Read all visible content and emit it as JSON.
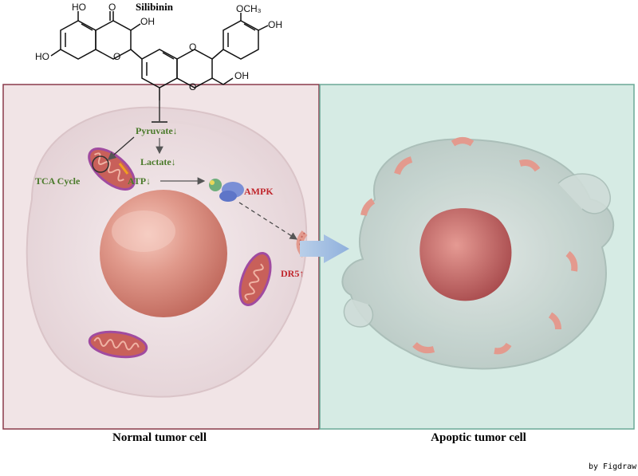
{
  "compound": {
    "name": "Silibinin",
    "groups": {
      "oh_top": "HO",
      "ketone_o": "O",
      "oh_c3": "OH",
      "methoxy": "OCH₃",
      "oh_aryl": "OH",
      "oh_left": "HO",
      "ring_o1": "O",
      "ring_o2": "O",
      "ring_o3": "O",
      "ch2oh": "OH"
    }
  },
  "pathway": {
    "pyruvate": "Pyruvate↓",
    "lactate": "Lactate↓",
    "tca_cycle": "TCA Cycle",
    "atp": "ATP↓",
    "ampk": "AMPK",
    "dr5": "DR5↑"
  },
  "panels": {
    "left_caption": "Normal tumor cell",
    "right_caption": "Apoptic tumor cell"
  },
  "credit": "by Figdraw",
  "colors": {
    "left_panel_bg": "#f1e4e6",
    "left_panel_border": "#8a3a4a",
    "right_panel_bg": "#d6ebe4",
    "right_panel_border": "#6aa896",
    "pathway_green": "#4a7a2a",
    "pathway_red": "#c0262c",
    "nucleus": "#d9847a",
    "mitochondria": "#c8605a"
  }
}
